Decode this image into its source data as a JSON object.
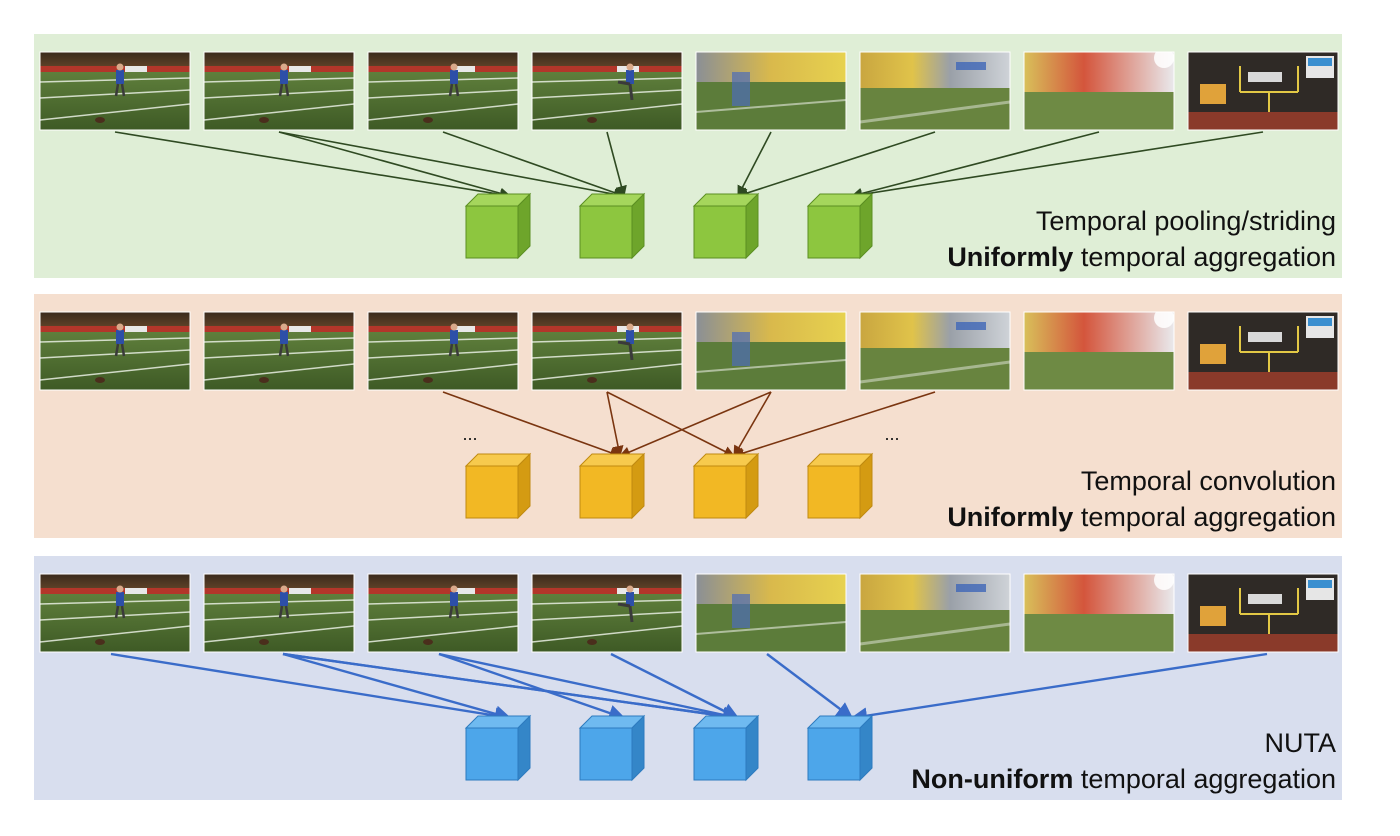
{
  "panels": [
    {
      "id": "pooling",
      "bg": "#dfeed6",
      "arrow_color": "#2f4a22",
      "cube": {
        "front": "#8dc63f",
        "top": "#a5d65c",
        "side": "#6ea52b",
        "edge": "#5b8f22"
      },
      "caption_line1": "Temporal pooling/striding",
      "caption_bold": "Uniformly",
      "caption_rest": " temporal aggregation",
      "show_dots": false,
      "dots_label": "",
      "connections": [
        [
          0,
          0
        ],
        [
          1,
          0
        ],
        [
          1,
          1
        ],
        [
          2,
          1
        ],
        [
          3,
          1
        ],
        [
          4,
          2
        ],
        [
          5,
          2
        ],
        [
          6,
          3
        ],
        [
          7,
          3
        ]
      ]
    },
    {
      "id": "convolution",
      "bg": "#f5dfcf",
      "arrow_color": "#7a3510",
      "cube": {
        "front": "#f2b824",
        "top": "#f7ca4d",
        "side": "#d49b12",
        "edge": "#c08a10"
      },
      "caption_line1": "Temporal convolution",
      "caption_bold": "Uniformly",
      "caption_rest": " temporal aggregation",
      "show_dots": true,
      "dots_label": "...",
      "connections": [
        [
          2,
          1
        ],
        [
          3,
          1
        ],
        [
          3,
          2
        ],
        [
          4,
          1
        ],
        [
          4,
          2
        ],
        [
          5,
          2
        ]
      ]
    },
    {
      "id": "nuta",
      "bg": "#d8deee",
      "arrow_color": "#3a6cc9",
      "cube": {
        "front": "#4da6ea",
        "top": "#6fbaf0",
        "side": "#3486c8",
        "edge": "#2d7bbf"
      },
      "caption_line1": "NUTA",
      "caption_bold": "Non-uniform",
      "caption_rest": " temporal aggregation",
      "show_dots": false,
      "dots_label": "",
      "connections": [
        [
          0,
          0
        ],
        [
          1,
          0
        ],
        [
          1,
          2
        ],
        [
          2,
          1
        ],
        [
          2,
          2
        ],
        [
          3,
          2
        ],
        [
          1,
          2
        ],
        [
          4,
          3
        ],
        [
          7,
          3
        ]
      ]
    }
  ],
  "frames": [
    {
      "id": 1,
      "scene": "field-wide"
    },
    {
      "id": 2,
      "scene": "field-wide"
    },
    {
      "id": 3,
      "scene": "field-approach"
    },
    {
      "id": 4,
      "scene": "field-kick"
    },
    {
      "id": 5,
      "scene": "motion-blur-left"
    },
    {
      "id": 6,
      "scene": "motion-blur-stands"
    },
    {
      "id": 7,
      "scene": "motion-blur-red"
    },
    {
      "id": 8,
      "scene": "goalpost-scoreboard"
    }
  ]
}
